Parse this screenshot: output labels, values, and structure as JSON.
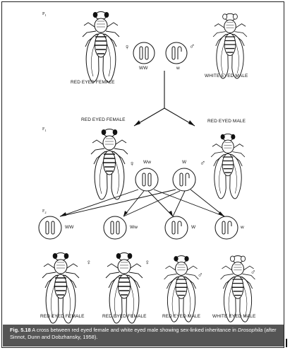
{
  "generations": {
    "p1": "P",
    "p1_sub": "1",
    "f1": "F",
    "f1_sub": "1",
    "f2": "F",
    "f2_sub": "2"
  },
  "p1": {
    "female_label": "RED EYED FEMALE",
    "male_label": "WHITE EYED MALE",
    "female_genotype": "WW",
    "male_genotype": "w"
  },
  "f1": {
    "female_label": "RED EYED FEMALE",
    "male_label": "RED EYED MALE",
    "female_genotype": "Ww",
    "male_genotype": "W"
  },
  "f2": {
    "genotypes": [
      "WW",
      "Ww",
      "W",
      "w"
    ],
    "labels": [
      "RED EYED FEMALE",
      "RED EYED FEMALE",
      "RED EYED MALE",
      "WHITE EYED MALE"
    ]
  },
  "symbols": {
    "female": "♀",
    "male": "♂"
  },
  "caption": {
    "fig_label": "Fig. 5.18",
    "text_1": "A cross between red eyed female and white eyed male showing sex-linked inheritance in",
    "species": "Drosophila",
    "text_2": "(after Sinnot, Dunn and Dobzhansky, 1958)."
  },
  "colors": {
    "caption_bg": "#555555",
    "ink": "#111111"
  }
}
